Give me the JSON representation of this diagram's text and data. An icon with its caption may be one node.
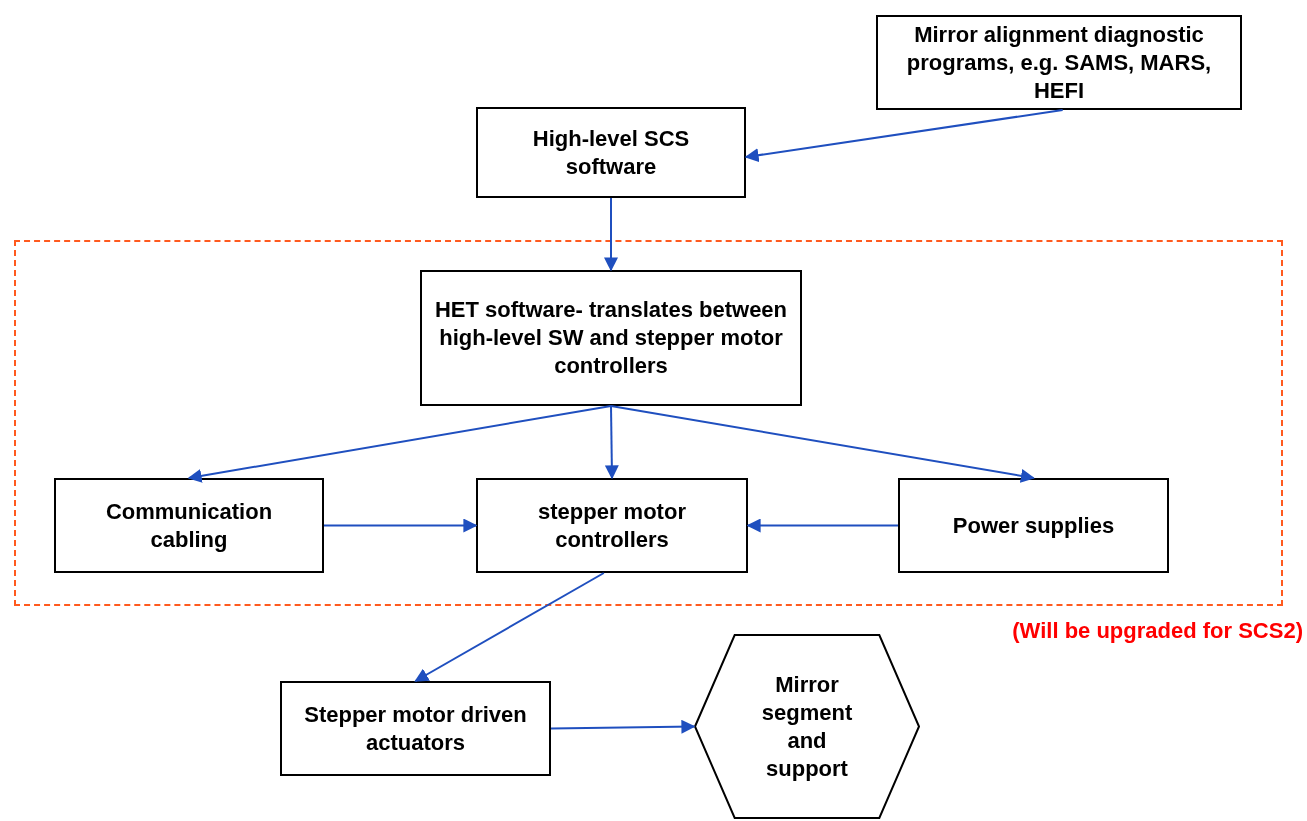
{
  "diagram": {
    "nodes": [
      {
        "text": [
          "Mirror alignment diagnostic programs, e.g. SAMS, MARS, HEFI"
        ]
      },
      {
        "text": [
          "High-level SCS software"
        ]
      },
      {
        "text": [
          "(Will be upgraded for SCS2)"
        ]
      },
      {
        "text": [
          "HET software- translates between high-level SW and stepper motor controllers"
        ],
        "in": 2
      },
      {
        "text": [
          "Communication cabling"
        ],
        "in": 2
      },
      {
        "text": [
          "stepper motor controllers"
        ],
        "in": 2
      },
      {
        "text": [
          "Power supplies"
        ],
        "in": 2
      },
      {
        "text": [
          "Stepper motor driven actuators"
        ]
      },
      {
        "text": [
          "Mirror segment and support"
        ]
      }
    ],
    "edges": [
      {
        "from": 0,
        "to": 1,
        "arrow": "to"
      },
      {
        "from": 1,
        "to": 3,
        "arrow": "to"
      },
      {
        "from": 3,
        "to": 4,
        "arrow": "to"
      },
      {
        "from": 3,
        "to": 5,
        "arrow": "to"
      },
      {
        "from": 3,
        "to": 6,
        "arrow": "to"
      },
      {
        "from": 4,
        "to": 5,
        "arrow": "to"
      },
      {
        "from": 6,
        "to": 5,
        "arrow": "to"
      },
      {
        "from": 5,
        "to": 7,
        "arrow": "to"
      },
      {
        "from": 7,
        "to": 8,
        "arrow": "to"
      }
    ]
  }
}
